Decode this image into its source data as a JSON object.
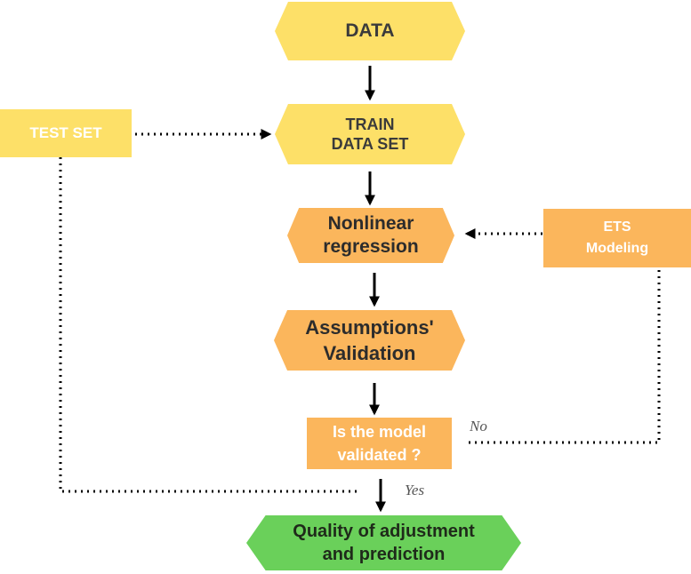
{
  "nodes": {
    "data": {
      "line1": "DATA"
    },
    "train": {
      "line1": "TRAIN",
      "line2": "DATA SET"
    },
    "test_set": {
      "line1": "TEST SET"
    },
    "nonlinear": {
      "line1": "Nonlinear",
      "line2": "regression"
    },
    "ets": {
      "line1": "ETS",
      "line2": "Modeling"
    },
    "assumptions": {
      "line1": "Assumptions'",
      "line2": "Validation"
    },
    "decision": {
      "line1": "Is the model",
      "line2": "validated ?"
    },
    "quality": {
      "line1": "Quality of adjustment",
      "line2": "and prediction"
    }
  },
  "edge_labels": {
    "no": "No",
    "yes": "Yes"
  },
  "colors": {
    "yellow": "#fde068",
    "orange": "#fbb65c",
    "green": "#6ad05a",
    "arrow": "#000000"
  }
}
